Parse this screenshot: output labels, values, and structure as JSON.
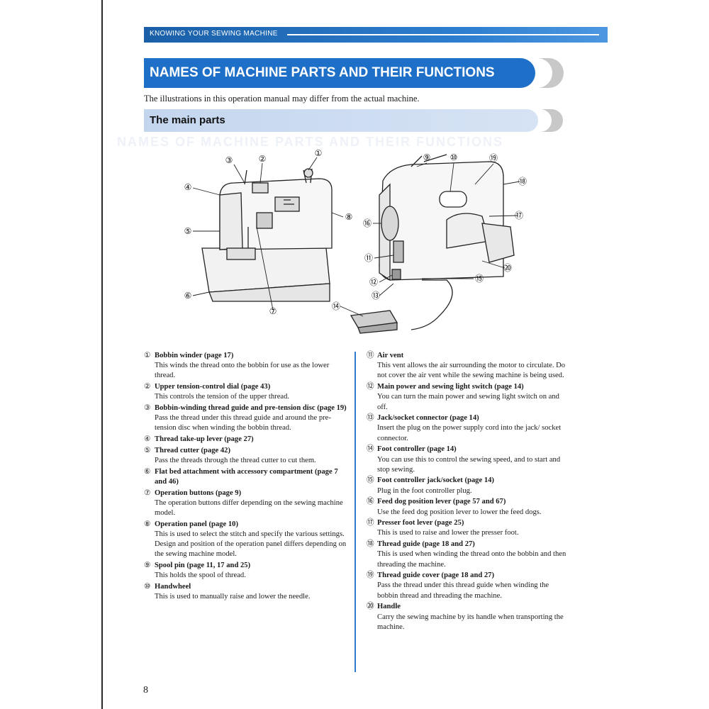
{
  "header": {
    "section_label": "KNOWING YOUR SEWING MACHINE"
  },
  "title": "NAMES OF MACHINE PARTS AND THEIR FUNCTIONS",
  "intro": "The illustrations in this operation manual may differ from the actual machine.",
  "section_heading": "The main parts",
  "callout_labels": [
    "①",
    "②",
    "③",
    "④",
    "⑤",
    "⑥",
    "⑦",
    "⑧",
    "⑨",
    "⑩",
    "⑪",
    "⑫",
    "⑬",
    "⑭",
    "⑮",
    "⑯",
    "⑰",
    "⑱",
    "⑲",
    "⑳"
  ],
  "parts_left": [
    {
      "num": "①",
      "title": "Bobbin winder (page 17)",
      "desc": "This winds the thread onto the bobbin for use as the lower thread."
    },
    {
      "num": "②",
      "title": "Upper tension-control dial (page 43)",
      "desc": "This controls the tension of the upper thread."
    },
    {
      "num": "③",
      "title": "Bobbin-winding thread guide and pre-tension disc (page 19)",
      "desc": "Pass the thread under this thread guide and around the pre-tension disc when winding the bobbin thread."
    },
    {
      "num": "④",
      "title": "Thread take-up lever (page 27)",
      "desc": ""
    },
    {
      "num": "⑤",
      "title": "Thread cutter (page 42)",
      "desc": "Pass the threads through the thread cutter to cut them."
    },
    {
      "num": "⑥",
      "title": "Flat bed attachment with accessory compartment (page 7 and 46)",
      "desc": ""
    },
    {
      "num": "⑦",
      "title": "Operation buttons (page 9)",
      "desc": "The operation buttons differ depending on the sewing machine model."
    },
    {
      "num": "⑧",
      "title": "Operation panel (page 10)",
      "desc": "This is used to select the stitch and specify the various settings. Design and position of the operation panel differs depending on the sewing machine model."
    },
    {
      "num": "⑨",
      "title": "Spool pin (page 11, 17 and 25)",
      "desc": "This holds the spool of thread."
    },
    {
      "num": "⑩",
      "title": "Handwheel",
      "desc": "This is used to manually raise and lower the needle."
    }
  ],
  "parts_right": [
    {
      "num": "⑪",
      "title": "Air vent",
      "desc": "This vent allows the air surrounding the motor to circulate. Do not cover the air vent while the sewing machine is being used."
    },
    {
      "num": "⑫",
      "title": "Main power and sewing light switch (page 14)",
      "desc": "You can turn the main power and sewing light switch on and off."
    },
    {
      "num": "⑬",
      "title": "Jack/socket connector (page 14)",
      "desc": "Insert the plug on the power supply cord into the jack/ socket connector."
    },
    {
      "num": "⑭",
      "title": "Foot controller (page 14)",
      "desc": "You can use this to control the sewing speed, and to start and stop sewing."
    },
    {
      "num": "⑮",
      "title": "Foot controller jack/socket (page 14)",
      "desc": "Plug in the foot controller plug."
    },
    {
      "num": "⑯",
      "title": "Feed dog position lever (page 57 and 67)",
      "desc": "Use the feed dog position lever to lower the feed dogs."
    },
    {
      "num": "⑰",
      "title": "Presser foot lever (page 25)",
      "desc": "This is used to raise and lower the presser foot."
    },
    {
      "num": "⑱",
      "title": "Thread guide (page 18 and 27)",
      "desc": "This is used when winding the thread onto the bobbin and then threading the machine."
    },
    {
      "num": "⑲",
      "title": "Thread guide cover (page 18 and 27)",
      "desc": "Pass the thread under this thread guide when winding the bobbin thread and threading the machine."
    },
    {
      "num": "⑳",
      "title": "Handle",
      "desc": "Carry the sewing machine by its handle when transporting the machine."
    }
  ],
  "page_number": "8"
}
